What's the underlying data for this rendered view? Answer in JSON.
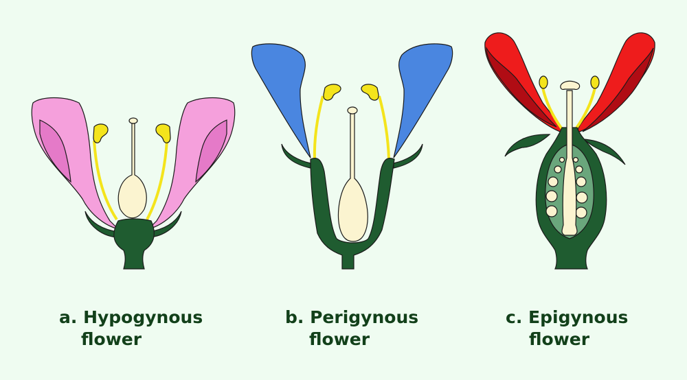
{
  "diagram": {
    "background": "#effcf1",
    "flowers": [
      {
        "id": "a",
        "title": "a. Hypogynous",
        "subtitle": "flower",
        "petal_color": "#f5a0dc",
        "petal_shade": "#e57ac8"
      },
      {
        "id": "b",
        "title": "b. Perigynous",
        "subtitle": "flower",
        "petal_color": "#4a86e0"
      },
      {
        "id": "c",
        "title": "c. Epigynous",
        "subtitle": "flower",
        "petal_color": "#ee1c1c",
        "petal_shade": "#b00c14"
      }
    ],
    "colors": {
      "receptacle": "#1f5c30",
      "stamen": "#f4e41c",
      "pistil": "#fbf4d0",
      "ovary_wall_inner": "#6aa67c",
      "label_text": "#12401a"
    }
  }
}
